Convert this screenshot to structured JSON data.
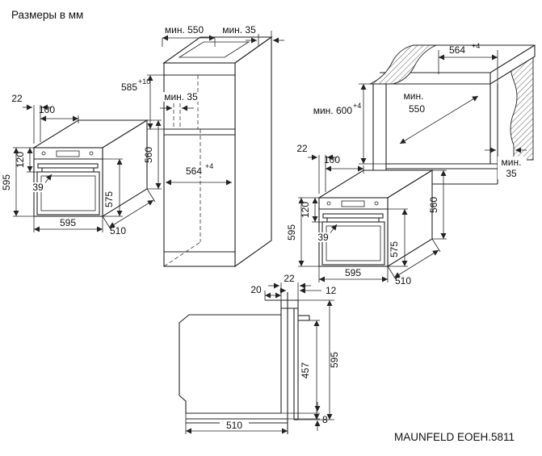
{
  "page": {
    "title": "Размеры в мм",
    "model": "MAUNFELD EOEH.5811",
    "line_color": "#222222",
    "background": "#ffffff"
  },
  "tall_cabinet": {
    "depth_min": "мин. 550",
    "top_rear_gap_min": "мин. 35",
    "niche_height": "585",
    "niche_height_tol": "+10",
    "inner_rear_gap_min": "мин. 35",
    "niche_width": "564",
    "niche_width_tol": "+4"
  },
  "oven_left": {
    "panel_inset": "22",
    "panel_depth": "100",
    "panel_height": "120",
    "height": "595",
    "handle_depth": "39",
    "door_height": "575",
    "width": "595",
    "body_depth": "510",
    "depth": "560"
  },
  "base_cabinet": {
    "niche_width": "564",
    "niche_width_tol": "+4",
    "niche_height_min": "мин. 600",
    "niche_height_tol": "+4",
    "depth_min_label": "мин.",
    "depth_min_value": "550",
    "rear_gap_label": "мин.",
    "rear_gap_value": "35"
  },
  "oven_right": {
    "panel_inset": "22",
    "panel_depth": "100",
    "panel_height": "120",
    "height": "595",
    "handle_depth": "39",
    "door_height": "575",
    "width": "595",
    "body_depth": "510",
    "depth": "560"
  },
  "profile": {
    "panel_depth": "22",
    "top_inset": "20",
    "front_protrusion": "12",
    "height": "595",
    "door_height": "457",
    "depth": "510",
    "bottom_gap": "8"
  }
}
